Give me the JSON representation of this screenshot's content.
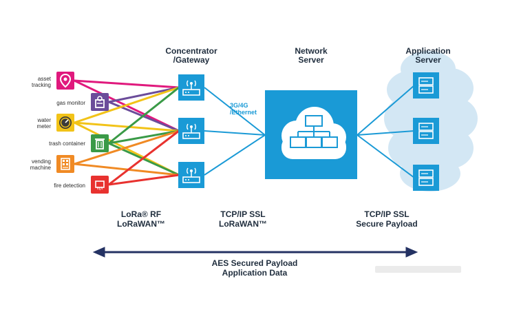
{
  "headers": {
    "gateway_line1": "Concentrator",
    "gateway_line2": "/Gateway",
    "network_line1": "Network",
    "network_line2": "Server",
    "app_line1": "Application",
    "app_line2": "Server"
  },
  "devices": [
    {
      "label_line1": "asset",
      "label_line2": "tracking",
      "color": "#e0197d",
      "icon": "map-pin-icon"
    },
    {
      "label_line1": "gas monitor",
      "label_line2": "",
      "color": "#6b4c9a",
      "icon": "gas-meter-icon"
    },
    {
      "label_line1": "water",
      "label_line2": "meter",
      "color": "#f2c318",
      "icon": "water-gauge-icon"
    },
    {
      "label_line1": "trash container",
      "label_line2": "",
      "color": "#3a9a47",
      "icon": "trash-can-icon"
    },
    {
      "label_line1": "vending",
      "label_line2": "machine",
      "color": "#f08a24",
      "icon": "vending-machine-icon"
    },
    {
      "label_line1": "fire detection",
      "label_line2": "",
      "color": "#e8322f",
      "icon": "smoke-detector-icon"
    }
  ],
  "link_label": {
    "line1": "3G/4G",
    "line2": "/Ethernet"
  },
  "bottom_labels": {
    "rf_line1": "LoRa® RF",
    "rf_line2": "LoRaWAN™",
    "tcp1_line1": "TCP/IP SSL",
    "tcp1_line2": "LoRaWAN™",
    "tcp2_line1": "TCP/IP SSL",
    "tcp2_line2": "Secure Payload"
  },
  "aes": {
    "line1": "AES Secured Payload",
    "line2": "Application Data"
  },
  "colors": {
    "accent_blue": "#1a9ad6",
    "cloud_fill": "#d3e7f4",
    "arrow_navy": "#243263",
    "text": "#1f2d3d"
  },
  "icons": {
    "gateway": "gateway-radio-icon",
    "server": "server-rack-icon",
    "network": "cloud-network-icon"
  }
}
